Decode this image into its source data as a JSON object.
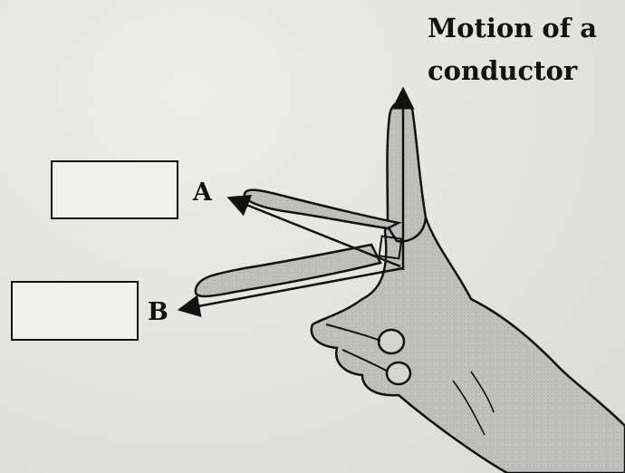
{
  "caption": {
    "line1": "Motion of a",
    "line2": "conductor"
  },
  "labels": {
    "a": "A",
    "b": "B"
  },
  "answer_boxes": {
    "a": "",
    "b": ""
  },
  "colors": {
    "ink": "#111111",
    "hand_fill": "#bdbdbb",
    "paper": "#e4e4e2"
  }
}
